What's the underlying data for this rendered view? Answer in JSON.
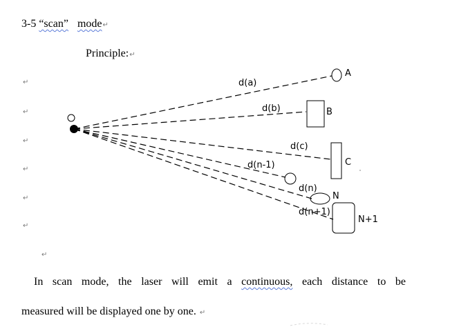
{
  "heading": {
    "number": "3-5",
    "quoted_word": "“scan”",
    "mode_word": "mode"
  },
  "principle_label": "Principle:",
  "paragraph_mark": "↵",
  "diagram": {
    "distance_labels": [
      "d(a)",
      "d(b)",
      "d(c)",
      "d(n-1)",
      "d(n)",
      "d(n+1)"
    ],
    "target_labels": [
      "A",
      "B",
      "C",
      "N",
      "N+1"
    ]
  },
  "body": {
    "line1_before": "In scan mode, the laser will emit a ",
    "line1_underlined": "continuous,",
    "line1_after": " each distance to be",
    "line2": "measured will be displayed one by one."
  },
  "colors": {
    "text": "#000000",
    "paragraph_mark": "#7a7a7a",
    "grammar_underline": "#5a7ad8"
  }
}
